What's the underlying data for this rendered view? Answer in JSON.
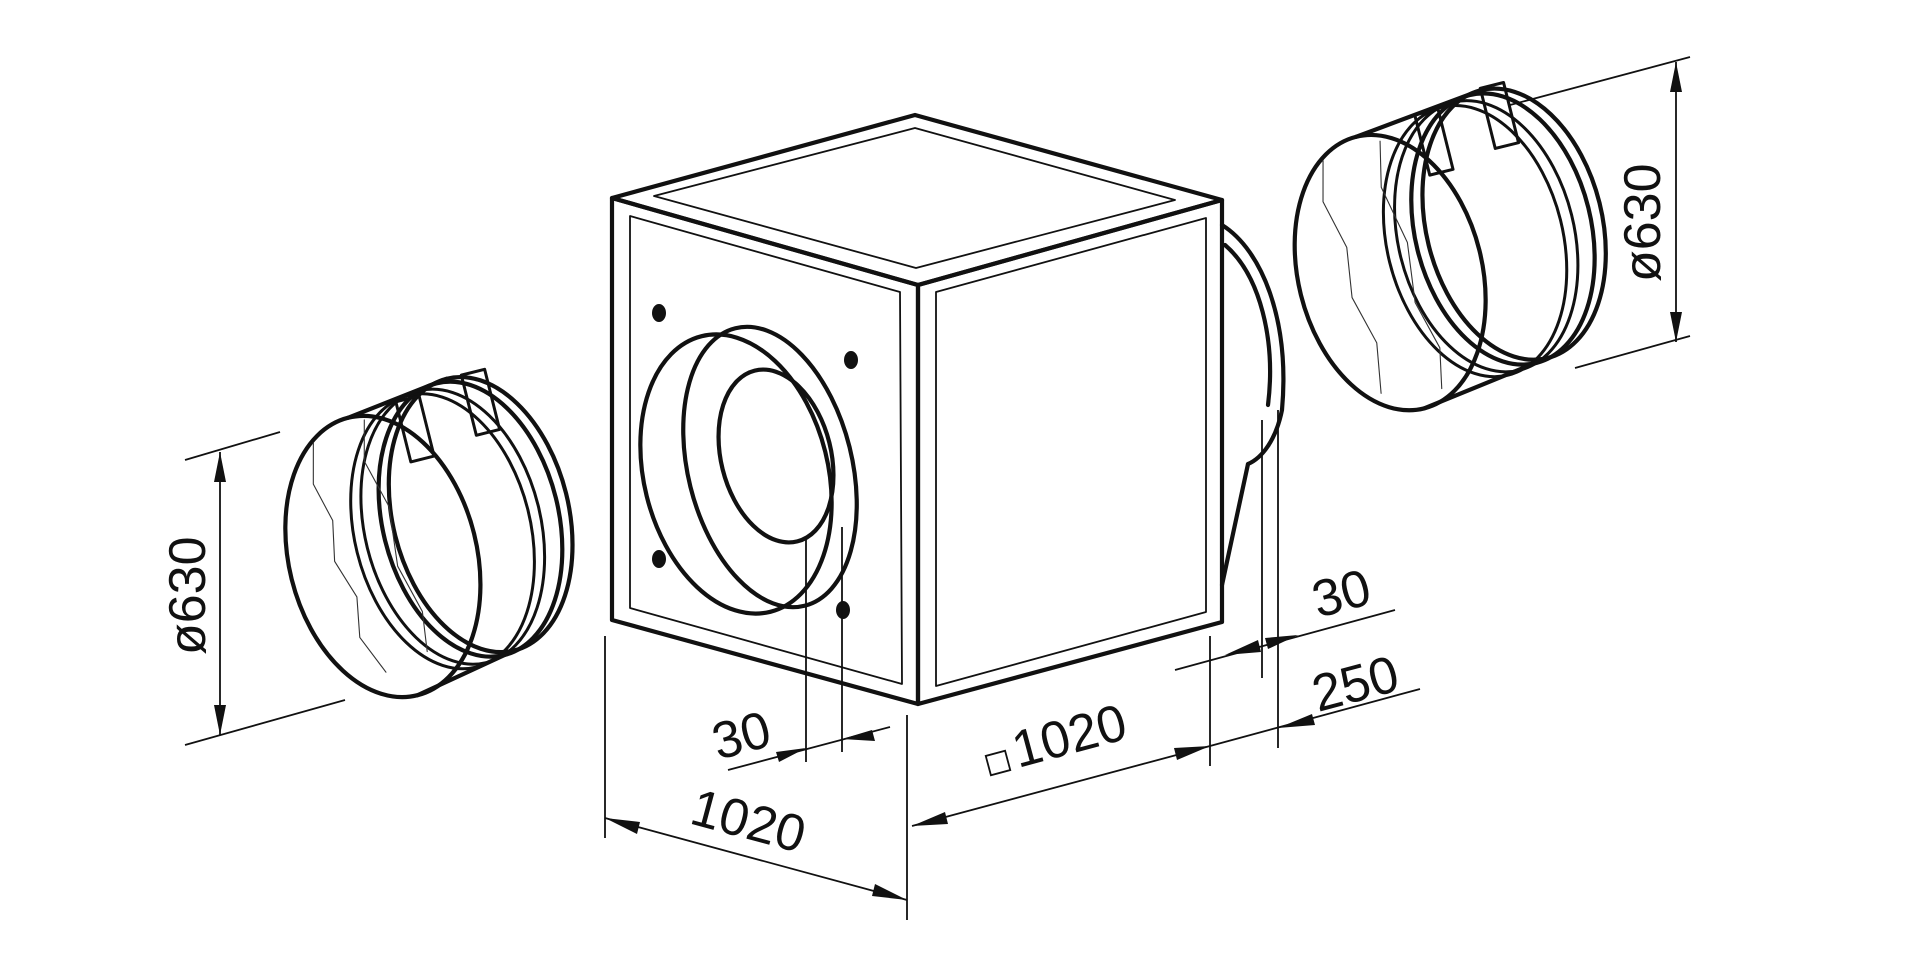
{
  "dimensions": {
    "left_collar_diameter": "ø630",
    "right_collar_diameter": "ø630",
    "spigot_depth_front": "30",
    "box_width_front": "1020",
    "box_side_square": "1020",
    "spigot_depth_side": "30",
    "spigot_length_side": "250"
  },
  "colors": {
    "line": "#111111",
    "background": "#ffffff"
  }
}
